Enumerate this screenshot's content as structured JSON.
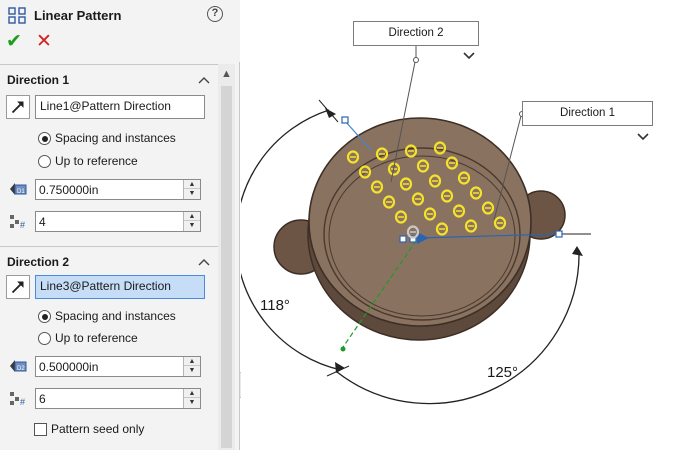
{
  "feature": {
    "title": "Linear Pattern",
    "icon": "linear-pattern-icon",
    "help_icon": "help-icon",
    "ok_icon": "checkmark-icon",
    "cancel_icon": "x-icon"
  },
  "direction1": {
    "title": "Direction 1",
    "reference": "Line1@Pattern Direction",
    "radio_spacing": "Spacing and instances",
    "radio_up_to": "Up to reference",
    "selected_mode": "Spacing and instances",
    "spacing": "0.750000in",
    "instances": "4"
  },
  "direction2": {
    "title": "Direction 2",
    "reference": "Line3@Pattern Direction",
    "radio_spacing": "Spacing and instances",
    "radio_up_to": "Up to reference",
    "selected_mode": "Spacing and instances",
    "spacing": "0.500000in",
    "instances": "6"
  },
  "pattern_seed_only": {
    "label": "Pattern seed only",
    "checked": false
  },
  "graphics": {
    "callout_direction2": "Direction 2",
    "callout_direction1": "Direction 1",
    "angle_left": "118°",
    "angle_right": "125°"
  },
  "colors": {
    "part_body": "#8a7260",
    "part_edge": "#3d2f25",
    "pattern_instances": "#f5e22a",
    "direction_arrow": "#2a64b0",
    "ok_green": "#1d9d1d",
    "cancel_red": "#d42020",
    "selected_field": "#c6ddf7"
  }
}
